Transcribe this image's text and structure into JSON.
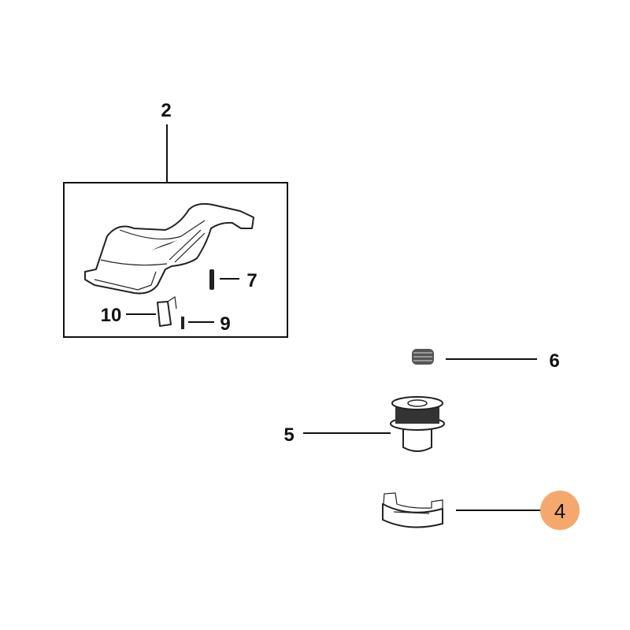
{
  "diagram": {
    "type": "exploded-parts-diagram",
    "highlight_color": "#F4A86E",
    "callouts": [
      {
        "id": "2",
        "label": "2"
      },
      {
        "id": "7",
        "label": "7"
      },
      {
        "id": "10",
        "label": "10"
      },
      {
        "id": "9",
        "label": "9"
      },
      {
        "id": "6",
        "label": "6"
      },
      {
        "id": "5",
        "label": "5"
      },
      {
        "id": "4",
        "label": "4",
        "highlighted": true
      }
    ]
  }
}
